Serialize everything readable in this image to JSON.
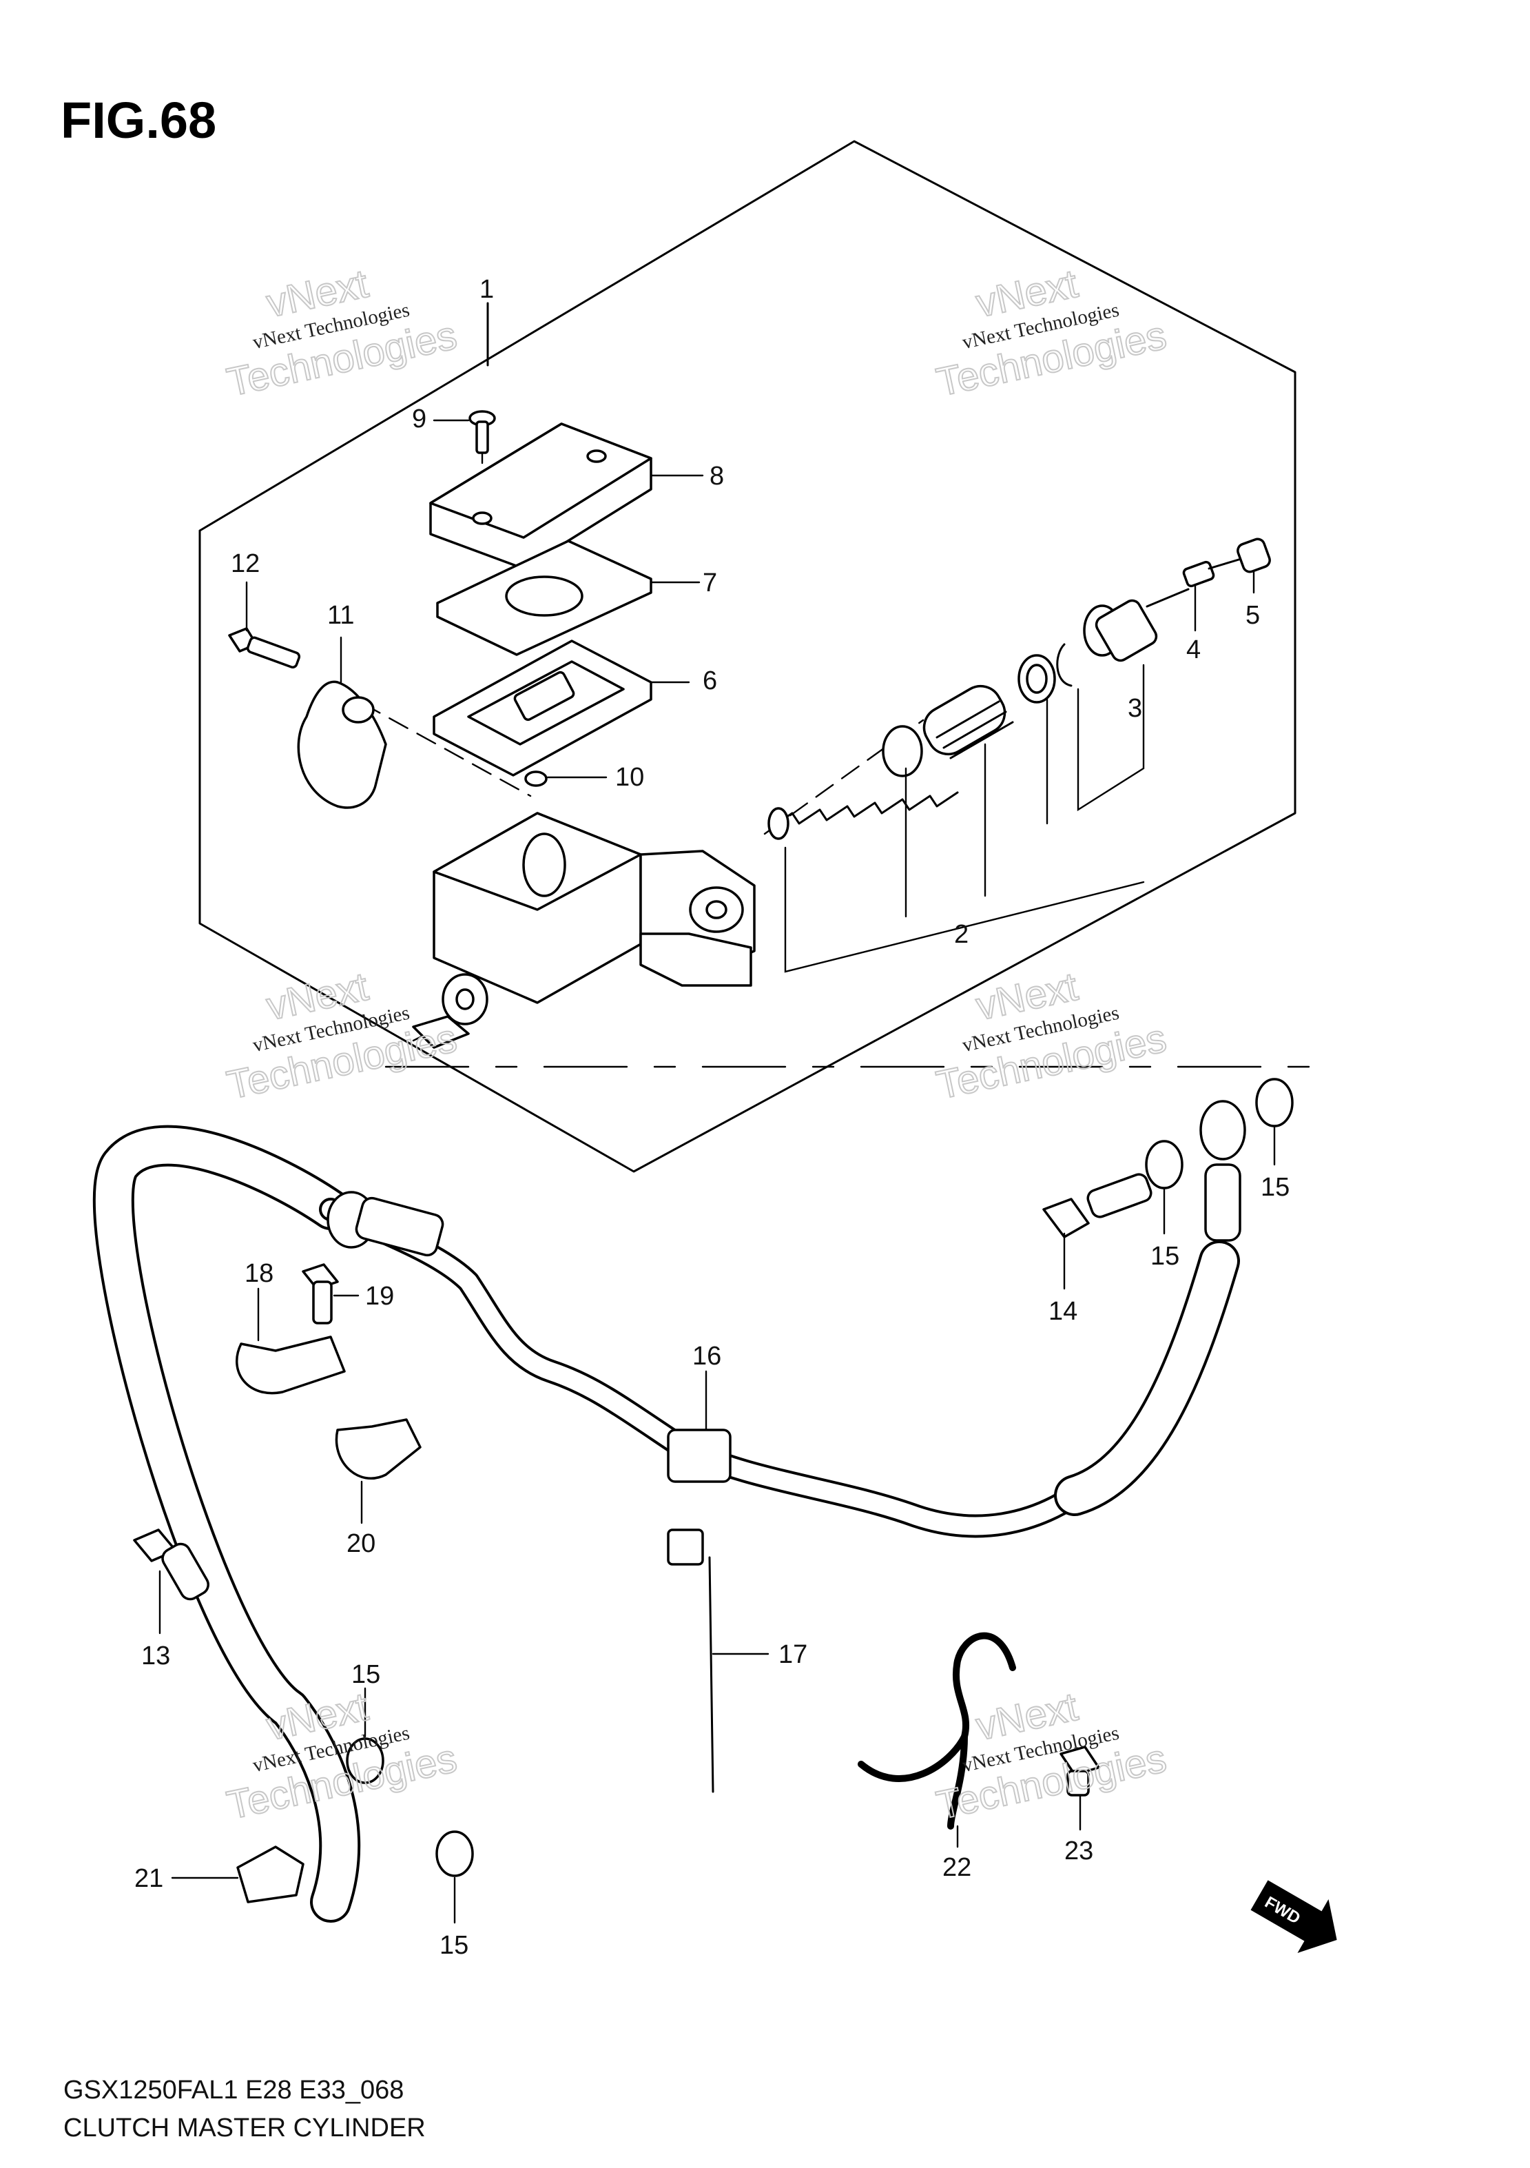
{
  "figure": {
    "title": "FIG.68",
    "model_code": "GSX1250FAL1 E28 E33_068",
    "caption": "CLUTCH MASTER CYLINDER"
  },
  "watermark": {
    "line1": "vNext Technologies",
    "line2a": "vNext",
    "line2b": "Technologies"
  },
  "direction_marker": {
    "label": "FWD",
    "icon": "fwd-arrow-icon"
  },
  "callouts": {
    "c1": "1",
    "c2": "2",
    "c3": "3",
    "c4": "4",
    "c5": "5",
    "c6": "6",
    "c7": "7",
    "c8": "8",
    "c9": "9",
    "c10": "10",
    "c11": "11",
    "c12": "12",
    "c13": "13",
    "c14": "14",
    "c15a": "15",
    "c15b": "15",
    "c15c": "15",
    "c15d": "15",
    "c16": "16",
    "c17": "17",
    "c18": "18",
    "c19": "19",
    "c20": "20",
    "c21": "21",
    "c22": "22",
    "c23": "23"
  }
}
